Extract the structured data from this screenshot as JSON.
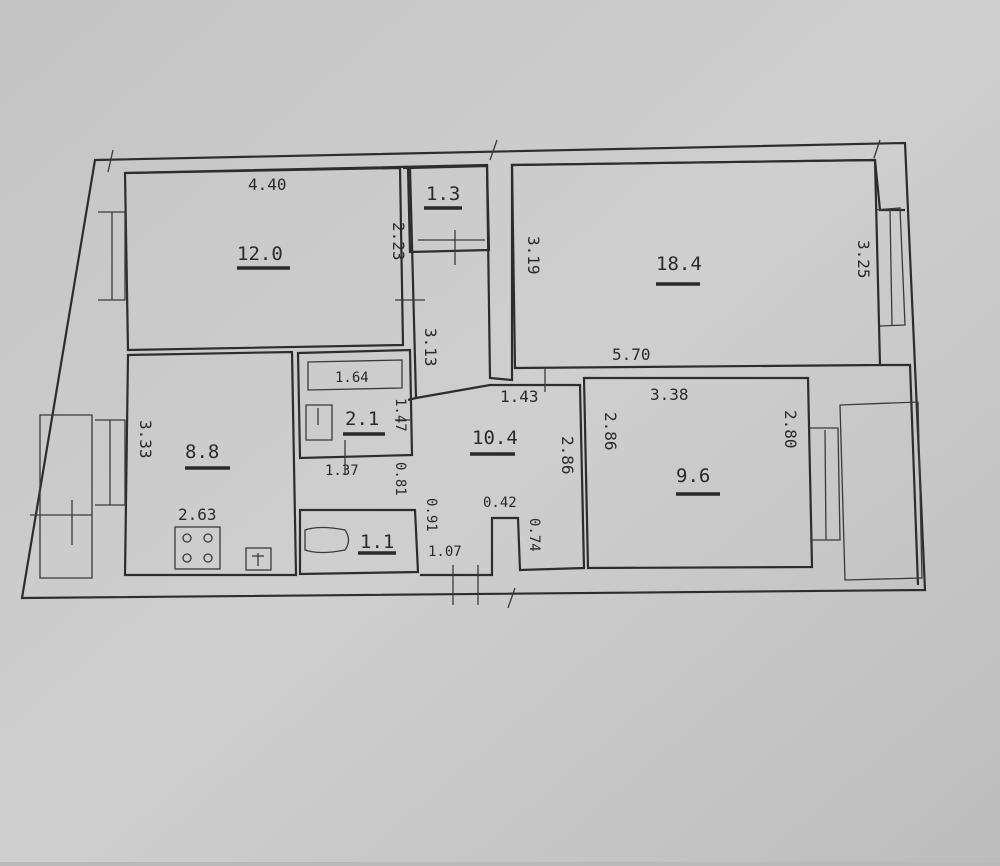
{
  "rooms": {
    "room_top_left": {
      "area": "12.0",
      "width": "4.40",
      "height": "2.23"
    },
    "closet": {
      "area": "1.3"
    },
    "room_large": {
      "area": "18.4",
      "height_left": "3.19",
      "height_right": "3.25",
      "width": "5.70"
    },
    "kitchen": {
      "area": "8.8",
      "height": "3.33",
      "width": "2.63"
    },
    "corridor_narrow": {
      "length": "1.64"
    },
    "bathroom": {
      "area": "2.1",
      "width": "1.37",
      "height": "1.47"
    },
    "corridor_vertical": {
      "length": "3.13"
    },
    "hall": {
      "area": "10.4",
      "width": "1.43",
      "height": "2.86"
    },
    "room_small": {
      "area": "9.6",
      "width": "3.38",
      "height_left": "2.86",
      "height_right": "2.80"
    },
    "toilet": {
      "area": "1.1",
      "width": "1.07"
    },
    "misc_dims": {
      "d1": "0.81",
      "d2": "0.91",
      "d3": "0.42",
      "d4": "0.74"
    }
  }
}
